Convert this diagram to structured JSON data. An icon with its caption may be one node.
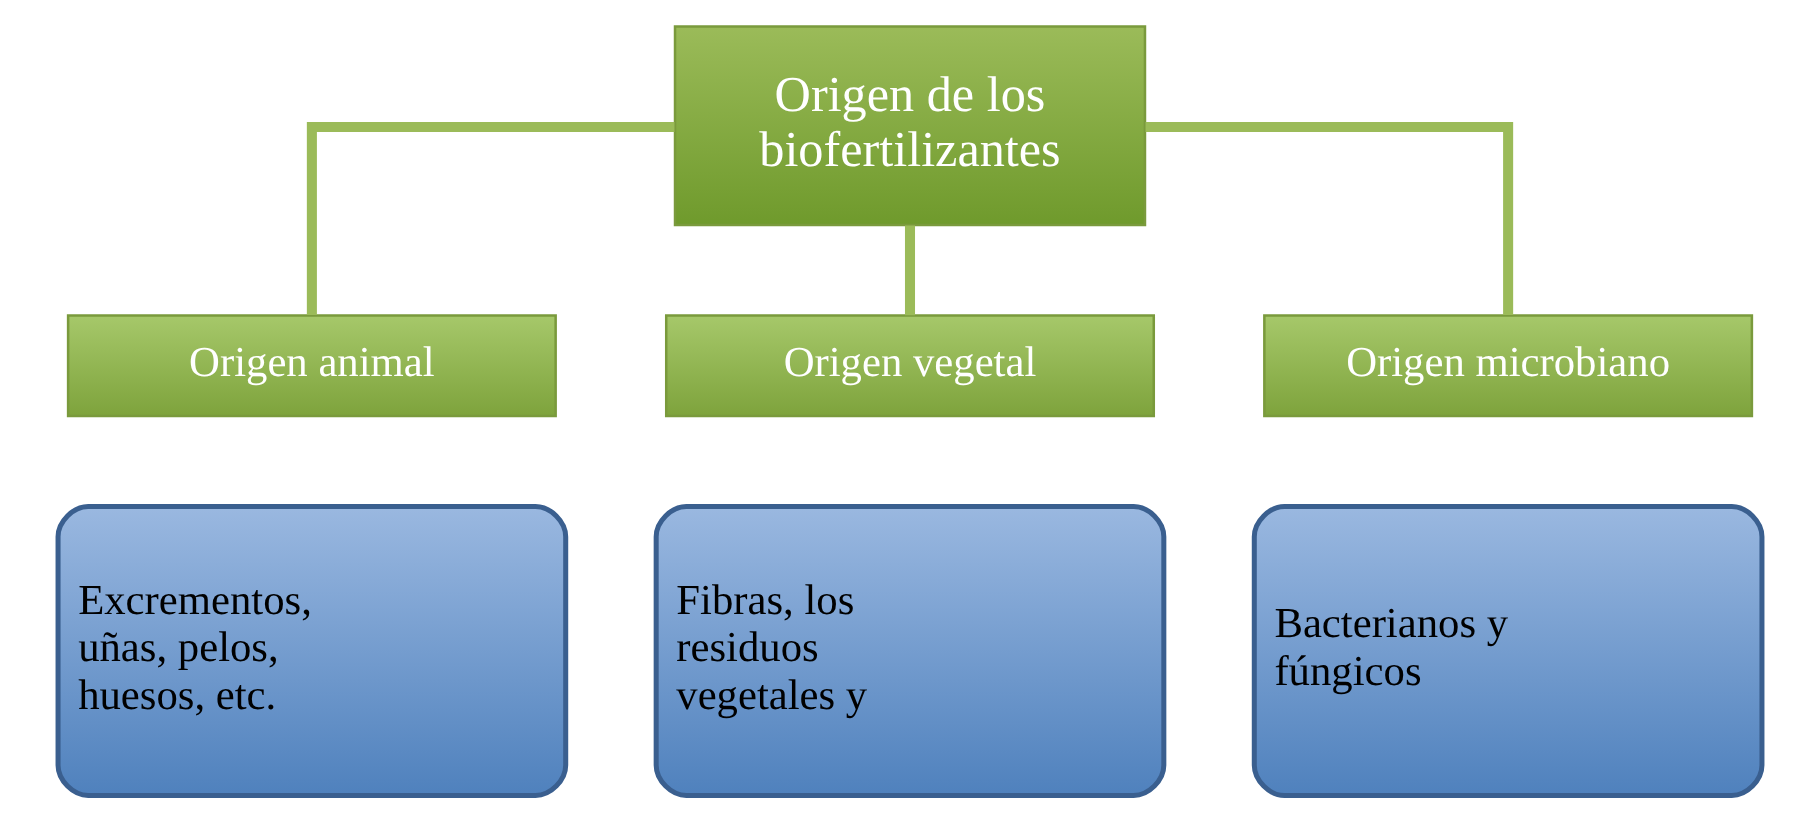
{
  "diagram": {
    "nodes": [
      {
        "text": [
          "Origen de los biofertilizantes"
        ]
      },
      {
        "text": [
          "Origen animal"
        ]
      },
      {
        "text": [
          "Excrementos, uñas, pelos, huesos, etc."
        ]
      },
      {
        "text": [
          "Origen vegetal"
        ]
      },
      {
        "text": [
          "Fibras, los residuos vegetales y"
        ]
      },
      {
        "text": [
          "Origen microbiano"
        ]
      },
      {
        "text": [
          "Bacterianos y fúngicos"
        ]
      }
    ],
    "edges": [
      {
        "from": 0,
        "to": 1,
        "arrow": "none"
      },
      {
        "from": 0,
        "to": 3,
        "arrow": "none"
      },
      {
        "from": 0,
        "to": 5,
        "arrow": "none"
      }
    ]
  }
}
